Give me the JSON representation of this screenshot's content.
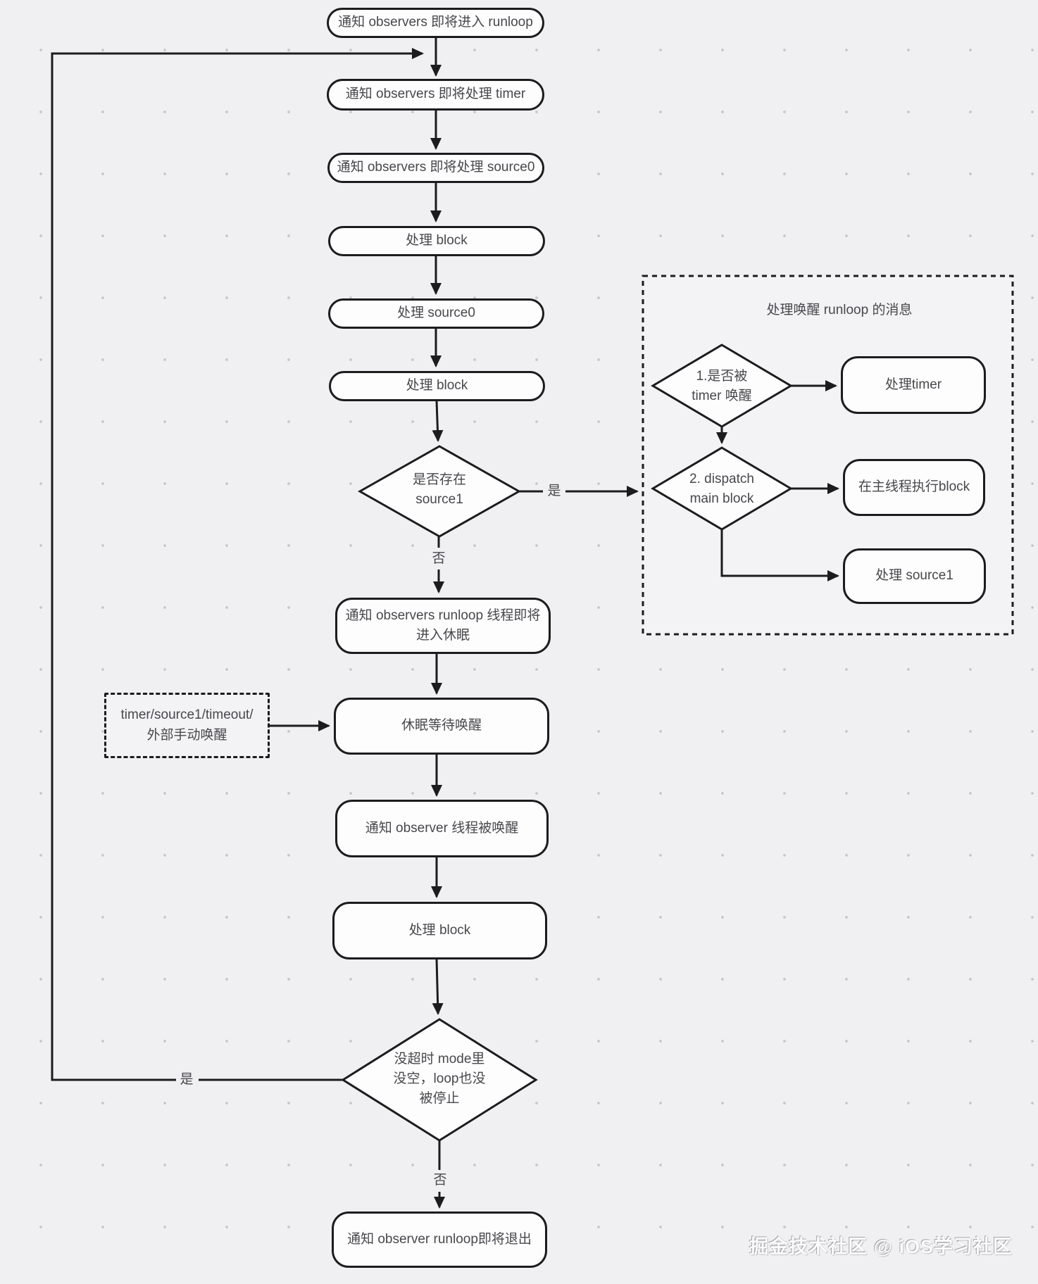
{
  "colors": {
    "background": "#f0f0f2",
    "dot_grid": "#c7c7cb",
    "stroke": "#1c1c1e",
    "node_fill": "#fdfdfe",
    "text": "#48484c",
    "watermark_text": "#fbfbfc"
  },
  "flow": {
    "enter": "通知 observers 即将进入 runloop",
    "notify_timer": "通知 observers 即将处理 timer",
    "notify_source0": "通知 observers 即将处理 source0",
    "block1": "处理 block",
    "source0": "处理 source0",
    "block2": "处理 block",
    "has_source1": "是否存在\nsource1",
    "yes_source1": "是",
    "no_source1": "否",
    "notify_sleep": "通知 observers runloop 线程即将\n进入休眠",
    "wake_sources": "timer/source1/timeout/\n外部手动唤醒",
    "sleep_wait": "休眠等待唤醒",
    "notify_woken": "通知 observer 线程被唤醒",
    "block3": "处理 block",
    "loop_check": "没超时 mode里\n没空，loop也没\n被停止",
    "yes_loop": "是",
    "no_loop": "否",
    "exit": "通知 observer runloop即将退出"
  },
  "wake_panel": {
    "title": "处理唤醒 runloop 的消息",
    "d_timer": "1.是否被\ntimer 唤醒",
    "d_dispatch": "2. dispatch\nmain block",
    "handle_timer": "处理timer",
    "main_thread_block": "在主线程执行block",
    "handle_source1": "处理 source1"
  },
  "watermark": "掘金技术社区 @ iOS学习社区"
}
